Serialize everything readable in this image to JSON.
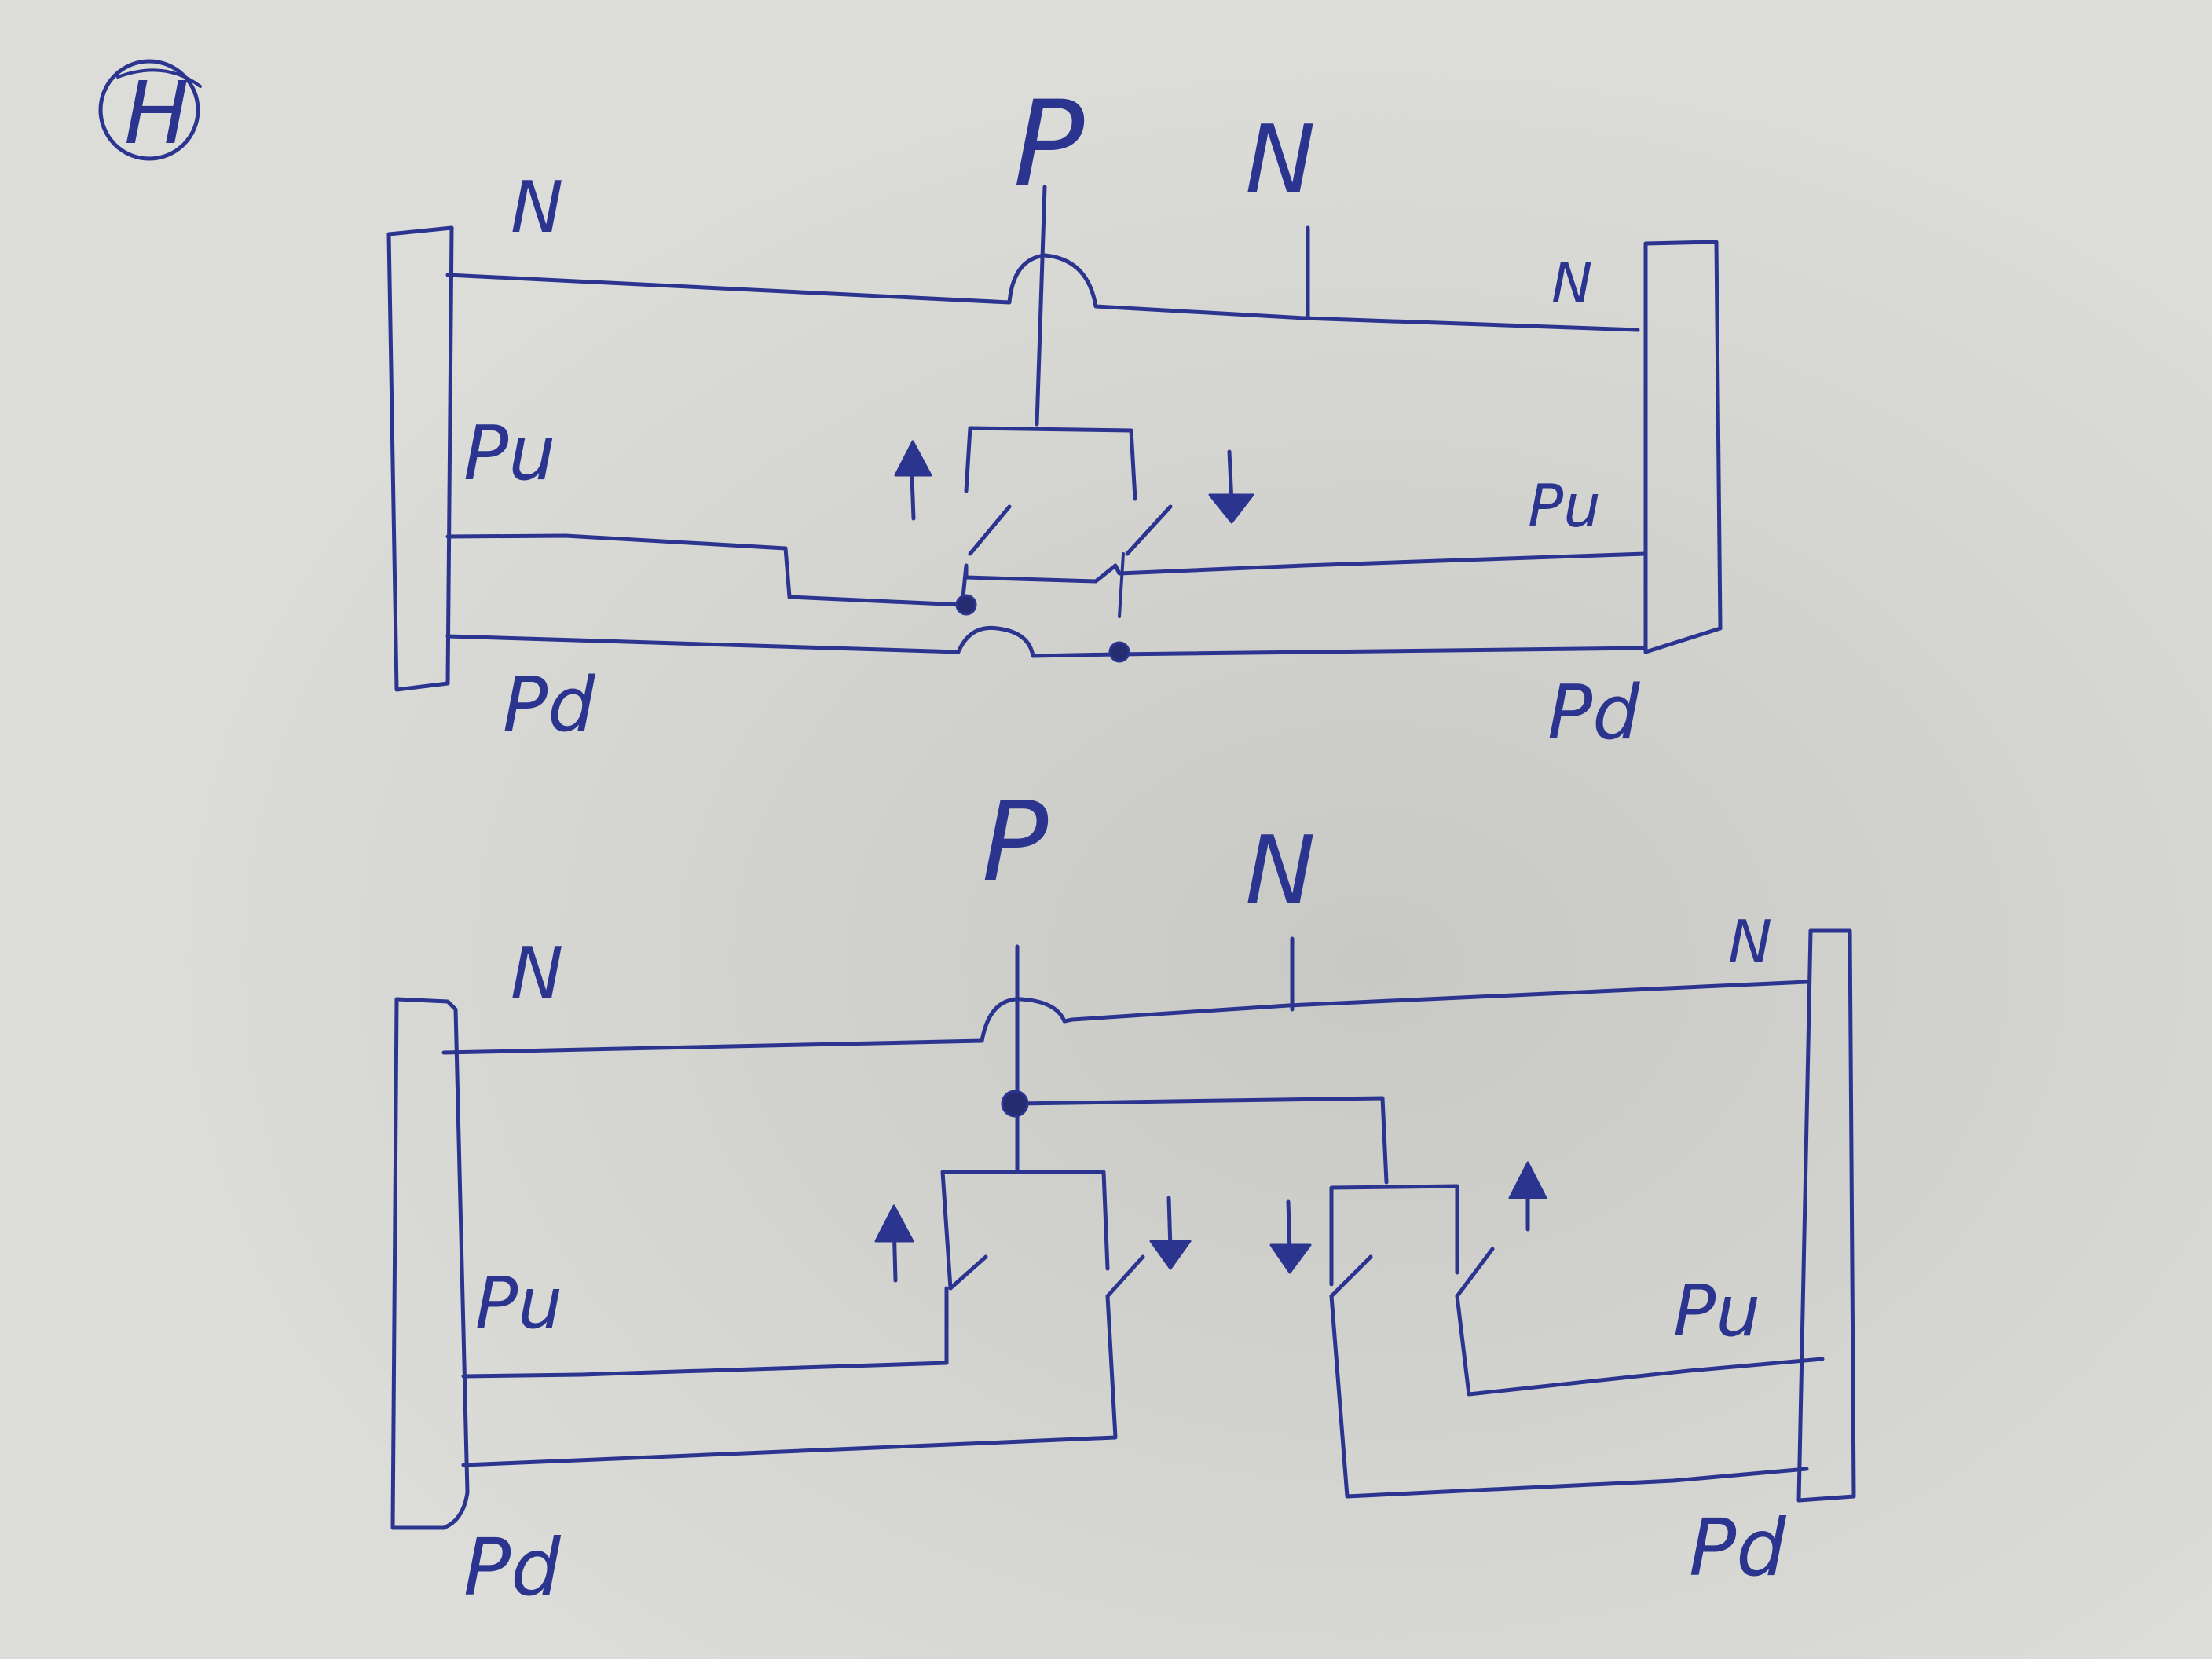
{
  "sheet": {
    "corner_mark": "H"
  },
  "diagram_top": {
    "label_p": "P",
    "label_n_top": "N",
    "label_n_left": "N",
    "label_n_right": "N",
    "label_pu_left": "Pu",
    "label_pu_right": "Pu",
    "label_pd_left": "Pd",
    "label_pd_right": "Pd"
  },
  "diagram_bottom": {
    "label_p": "P",
    "label_n_top": "N",
    "label_n_left": "N",
    "label_n_right": "N",
    "label_pu_left": "Pu",
    "label_pu_right": "Pu",
    "label_pd_left": "Pd",
    "label_pd_right": "Pd"
  },
  "colors": {
    "paper": "#d6d6d2",
    "ink": "#2b3590"
  }
}
